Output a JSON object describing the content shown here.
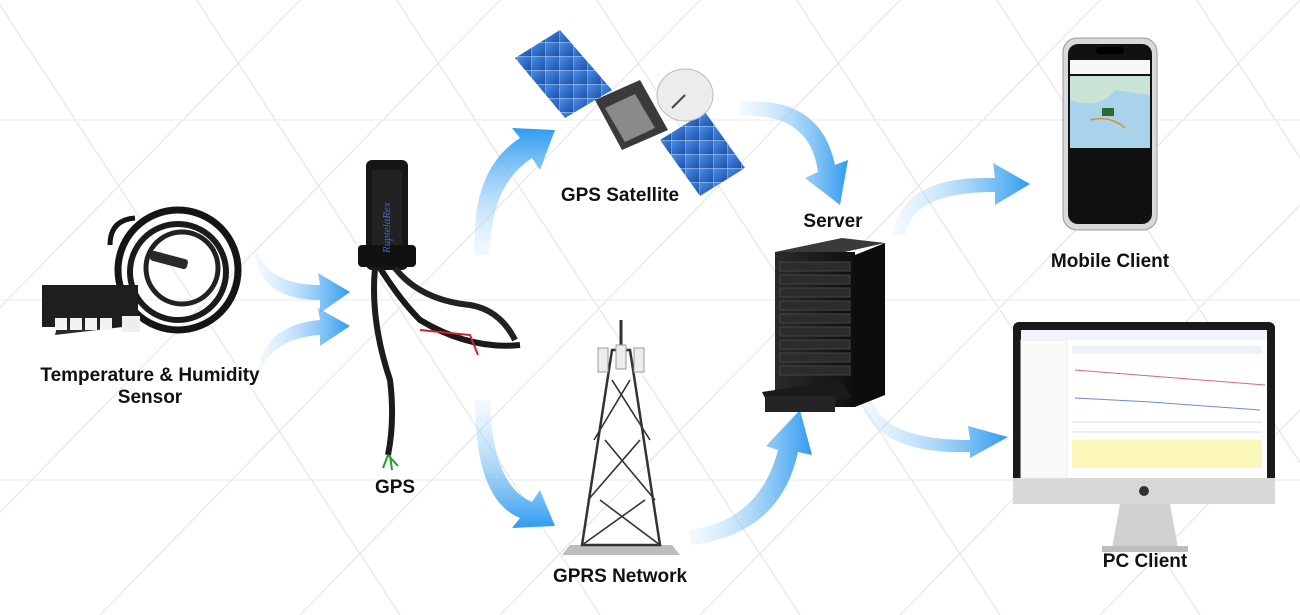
{
  "nodes": {
    "sensor": {
      "line1": "Temperature & Humidity",
      "line2": "Sensor"
    },
    "gps": {
      "label": "GPS",
      "brand": "RuptelaRex"
    },
    "satellite": {
      "label": "GPS Satellite"
    },
    "gprs": {
      "label": "GPRS Network"
    },
    "server": {
      "label": "Server"
    },
    "mobile": {
      "label": "Mobile Client"
    },
    "pc": {
      "label": "PC Client"
    }
  },
  "colors": {
    "arrow": "#2e9bf0",
    "arrow_light": "#cfe8fb",
    "grid": "#e6e6e6",
    "device_dark": "#1d1d1d"
  }
}
